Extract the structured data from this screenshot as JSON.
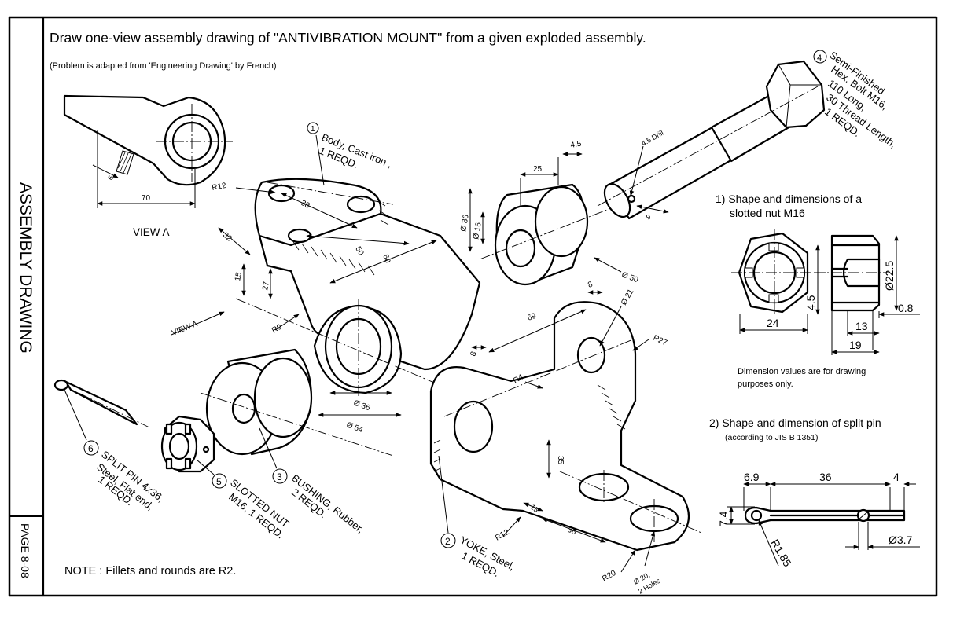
{
  "sheet": {
    "side_title": "ASSEMBLY  DRAWING",
    "page_label": "PAGE 8-08",
    "title": "Draw one-view assembly drawing of \"ANTIVIBRATION  MOUNT\" from a given exploded assembly.",
    "subtitle": "(Problem is adapted from 'Engineering Drawing' by French)",
    "note": "NOTE : Fillets and rounds are R2."
  },
  "parts": [
    {
      "num": "1",
      "lines": [
        "Body, Cast iron ,",
        "1 REQD."
      ]
    },
    {
      "num": "2",
      "lines": [
        "YOKE, Steel,",
        "1 REQD."
      ]
    },
    {
      "num": "3",
      "lines": [
        "BUSHING, Rubber,",
        "2 REQD."
      ]
    },
    {
      "num": "4",
      "lines": [
        "Semi-Finished",
        "Hex. Bolt M16,",
        "110 Long,",
        "30 Thread Length,",
        "1 REQD."
      ]
    },
    {
      "num": "5",
      "lines": [
        "SLOTTED NUT",
        "M16, 1 REQD."
      ]
    },
    {
      "num": "6",
      "lines": [
        "SPLIT PIN 4x36,",
        "Steel, Flat end,",
        "1 REQD."
      ]
    }
  ],
  "view_a": {
    "label": "VIEW  A",
    "arrow_label": "VIEW  A",
    "dim_70": "70",
    "dim_6": "6"
  },
  "body_dims": {
    "r12": "R12",
    "d38": "38",
    "d32": "32",
    "d50": "50",
    "d60": "60",
    "d15": "15",
    "d27": "27",
    "r9": "R9",
    "d36": "Ø 36",
    "d54": "Ø 54"
  },
  "bushing_dims": {
    "d25": "25",
    "d4_5": "4.5",
    "d36": "Ø 36",
    "d16": "Ø 16",
    "d50": "Ø 50"
  },
  "bolt_dims": {
    "drill": "4.5 Drill",
    "d9": "9"
  },
  "yoke_dims": {
    "d8a": "8",
    "d8b": "8",
    "d69": "69",
    "d21": "Ø 21",
    "r27": "R27",
    "r4": "R4",
    "d35": "35",
    "d15": "15",
    "r12": "R12",
    "d36": "36",
    "r20": "R20",
    "holes": [
      "Ø 20,",
      "2 Holes"
    ]
  },
  "nut_panel": {
    "heading_1": "1) Shape and dimensions of a",
    "heading_2": "slotted nut M16",
    "d24": "24",
    "d4_5": "4.5",
    "d22_5": "Ø22.5",
    "d0_8": "0.8",
    "d13": "13",
    "d19": "19",
    "note_1": "Dimension values are for drawing",
    "note_2": "purposes only."
  },
  "pin_panel": {
    "heading": "2) Shape and dimension of split pin",
    "sub": "(according to JIS B 1351)",
    "d6_9": "6.9",
    "d36": "36",
    "d4": "4",
    "d7_4": "7.4",
    "r1_85": "R1.85",
    "d3_7": "Ø3.7"
  }
}
